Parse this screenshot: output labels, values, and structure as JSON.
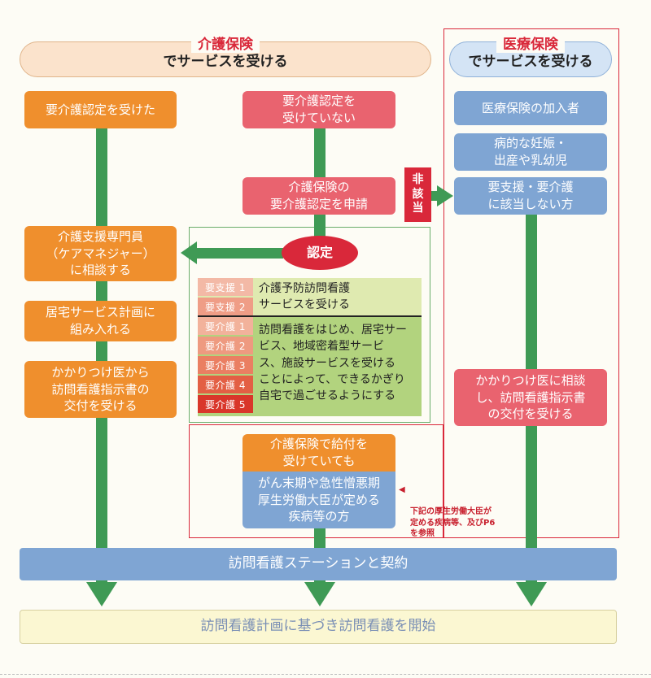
{
  "header": {
    "care_title": "介護保険",
    "care_subtitle": "でサービスを受ける",
    "medical_title": "医療保険",
    "medical_subtitle": "でサービスを受ける"
  },
  "left_column": {
    "recognized": "要介護認定を受けた",
    "care_manager": "介護支援専門員\n（ケアマネジャー）\nに相談する",
    "care_plan": "居宅サービス計画に\n組み入れる",
    "instruction": "かかりつけ医から\n訪問看護指示書の\n交付を受ける"
  },
  "middle_column": {
    "not_recognized": "要介護認定を\n受けていない",
    "apply": "介護保険の\n要介護認定を申請",
    "certified": "認定",
    "not_applicable": "非\n該\n当",
    "benefit": "介護保険で給付を\n受けていても",
    "terminal": "がん末期や急性憎悪期\n厚生労働大臣が定める\n疾病等の方"
  },
  "levels": {
    "support": [
      "要支援 1",
      "要支援 2"
    ],
    "support_text": "介護予防訪問看護\nサービスを受ける",
    "care": [
      "要介護 1",
      "要介護 2",
      "要介護 3",
      "要介護 4",
      "要介護 5"
    ],
    "care_text": "訪問看護をはじめ、居宅サー\nビス、地域密着型サービ\nス、施設サービスを受ける\nことによって、できるかぎり\n自宅で過ごせるようにする"
  },
  "right_column": {
    "insured": "医療保険の加入者",
    "pregnancy": "病的な妊娠・\n出産や乳幼児",
    "not_applicable_person": "要支援・要介護\nに該当しない方",
    "instruction": "かかりつけ医に相談\nし、訪問看護指示書\nの交付を受ける"
  },
  "note": "下記の厚生労働大臣が\n定める疾病等、及びP6\nを参照",
  "footer": {
    "contract": "訪問看護ステーションと契約",
    "start": "訪問看護計画に基づき訪問看護を開始"
  },
  "colors": {
    "orange": "#ef8f2d",
    "pink": "#e9636f",
    "blue": "#7fa5d3",
    "green": "#3f9a55",
    "red": "#d9283a"
  }
}
